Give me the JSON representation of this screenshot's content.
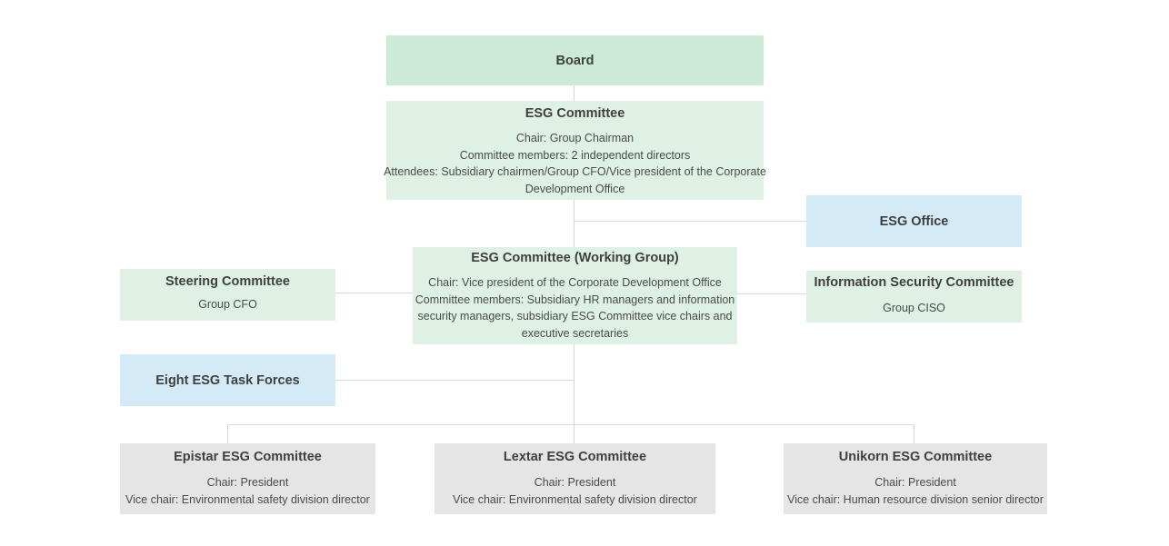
{
  "colors": {
    "board": "#cde9d8",
    "committee": "#dff1e5",
    "office": "#d4ebf7",
    "subsidiary": "#e5e5e6",
    "connector": "#d9d9d9"
  },
  "board": {
    "title": "Board"
  },
  "esg_committee": {
    "title": "ESG Committee",
    "lines": [
      "Chair: Group Chairman",
      "Committee members: 2 independent directors",
      "Attendees: Subsidiary chairmen/Group CFO/Vice president of the Corporate",
      "Development Office"
    ]
  },
  "esg_office": {
    "title": "ESG Office"
  },
  "working_group": {
    "title": "ESG Committee (Working Group)",
    "lines": [
      "Chair: Vice president of the Corporate Development Office",
      "Committee members: Subsidiary HR managers and information",
      "security managers, subsidiary ESG Committee vice chairs and",
      "executive secretaries"
    ]
  },
  "steering_committee": {
    "title": "Steering Committee",
    "lines": [
      "Group CFO"
    ]
  },
  "infosec_committee": {
    "title": "Information Security Committee",
    "lines": [
      "Group CISO"
    ]
  },
  "task_forces": {
    "title": "Eight ESG Task Forces"
  },
  "subsidiaries": [
    {
      "title": "Epistar ESG Committee",
      "lines": [
        "Chair: President",
        "Vice chair: Environmental safety division director"
      ]
    },
    {
      "title": "Lextar ESG Committee",
      "lines": [
        "Chair: President",
        "Vice chair: Environmental safety division director"
      ]
    },
    {
      "title": "Unikorn ESG Committee",
      "lines": [
        "Chair: President",
        "Vice chair: Human resource division senior director"
      ]
    }
  ]
}
